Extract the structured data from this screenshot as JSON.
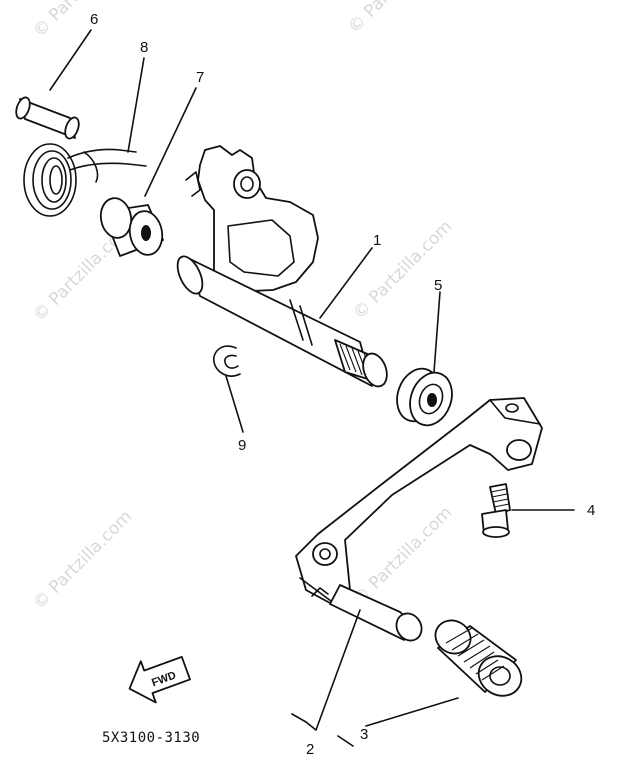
{
  "watermark": "© Partzilla.com",
  "callouts": {
    "c1": "1",
    "c2": "2",
    "c3": "3",
    "c4": "4",
    "c5": "5",
    "c6": "6",
    "c7": "7",
    "c8": "8",
    "c9": "9"
  },
  "fwd_label": "FWD",
  "diagram_code": "5X3100-3130",
  "icons": [
    "shift-shaft-part",
    "shift-pedal-part",
    "pedal-rubber-part",
    "bolt-part",
    "oil-seal-part",
    "pin-part",
    "torsion-spring-part",
    "collar-part",
    "circlip-part",
    "fwd-arrow-icon"
  ]
}
